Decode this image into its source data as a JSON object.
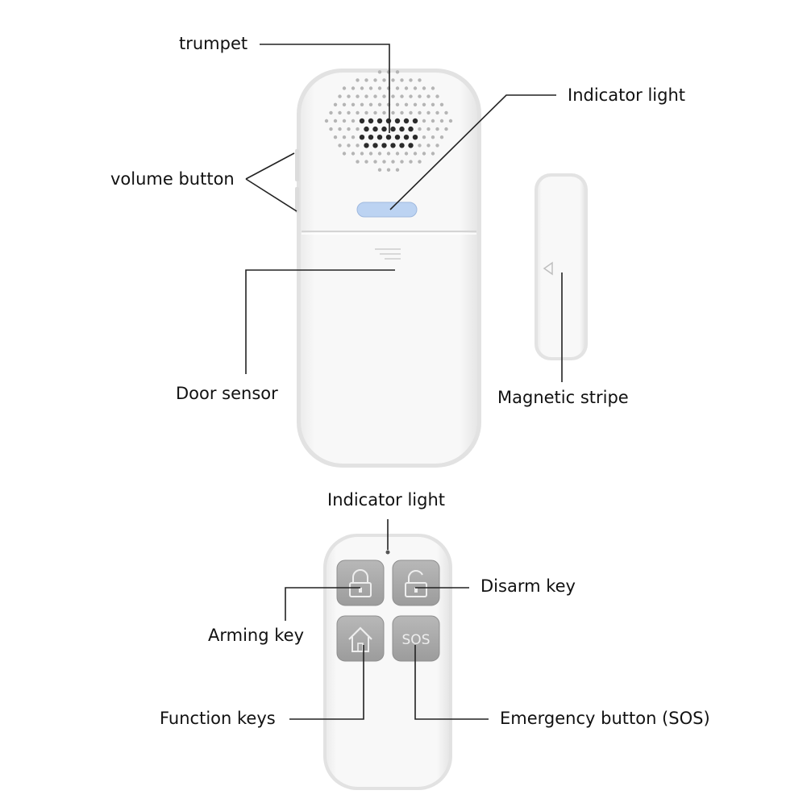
{
  "labels": {
    "trumpet": "trumpet",
    "indicator_light_top": "Indicator light",
    "volume_button": "volume button",
    "door_sensor": "Door sensor",
    "magnetic_stripe": "Magnetic stripe",
    "indicator_light_remote": "Indicator light",
    "disarm_key": "Disarm key",
    "arming_key": "Arming key",
    "function_keys": "Function keys",
    "emergency_button": "Emergency button (SOS)"
  },
  "remote": {
    "sos_text": "SOS"
  },
  "icons": {
    "lock_closed": "lock-closed-icon",
    "lock_open": "lock-open-icon",
    "home": "home-icon"
  },
  "colors": {
    "device_body": "#f7f7f7",
    "device_edge": "#e1e1e1",
    "led_blue": "#bcd3f2",
    "key_gray": "#a9a9a9",
    "leader_line": "#222222"
  }
}
